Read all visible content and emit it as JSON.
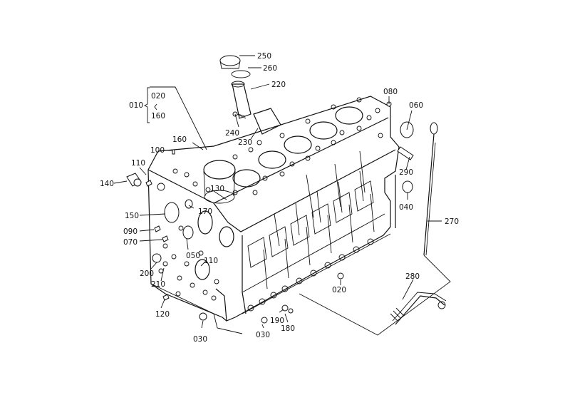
{
  "diagram": {
    "group": {
      "top": "020",
      "bottom": "160",
      "parent": "010"
    },
    "labels": [
      "250",
      "260",
      "220",
      "080",
      "060",
      "240",
      "230",
      "160",
      "100",
      "110",
      "290",
      "140",
      "130",
      "040",
      "150",
      "170",
      "270",
      "090",
      "070",
      "050",
      "110",
      "200",
      "210",
      "020",
      "280",
      "120",
      "190",
      "180",
      "030",
      "030"
    ]
  }
}
